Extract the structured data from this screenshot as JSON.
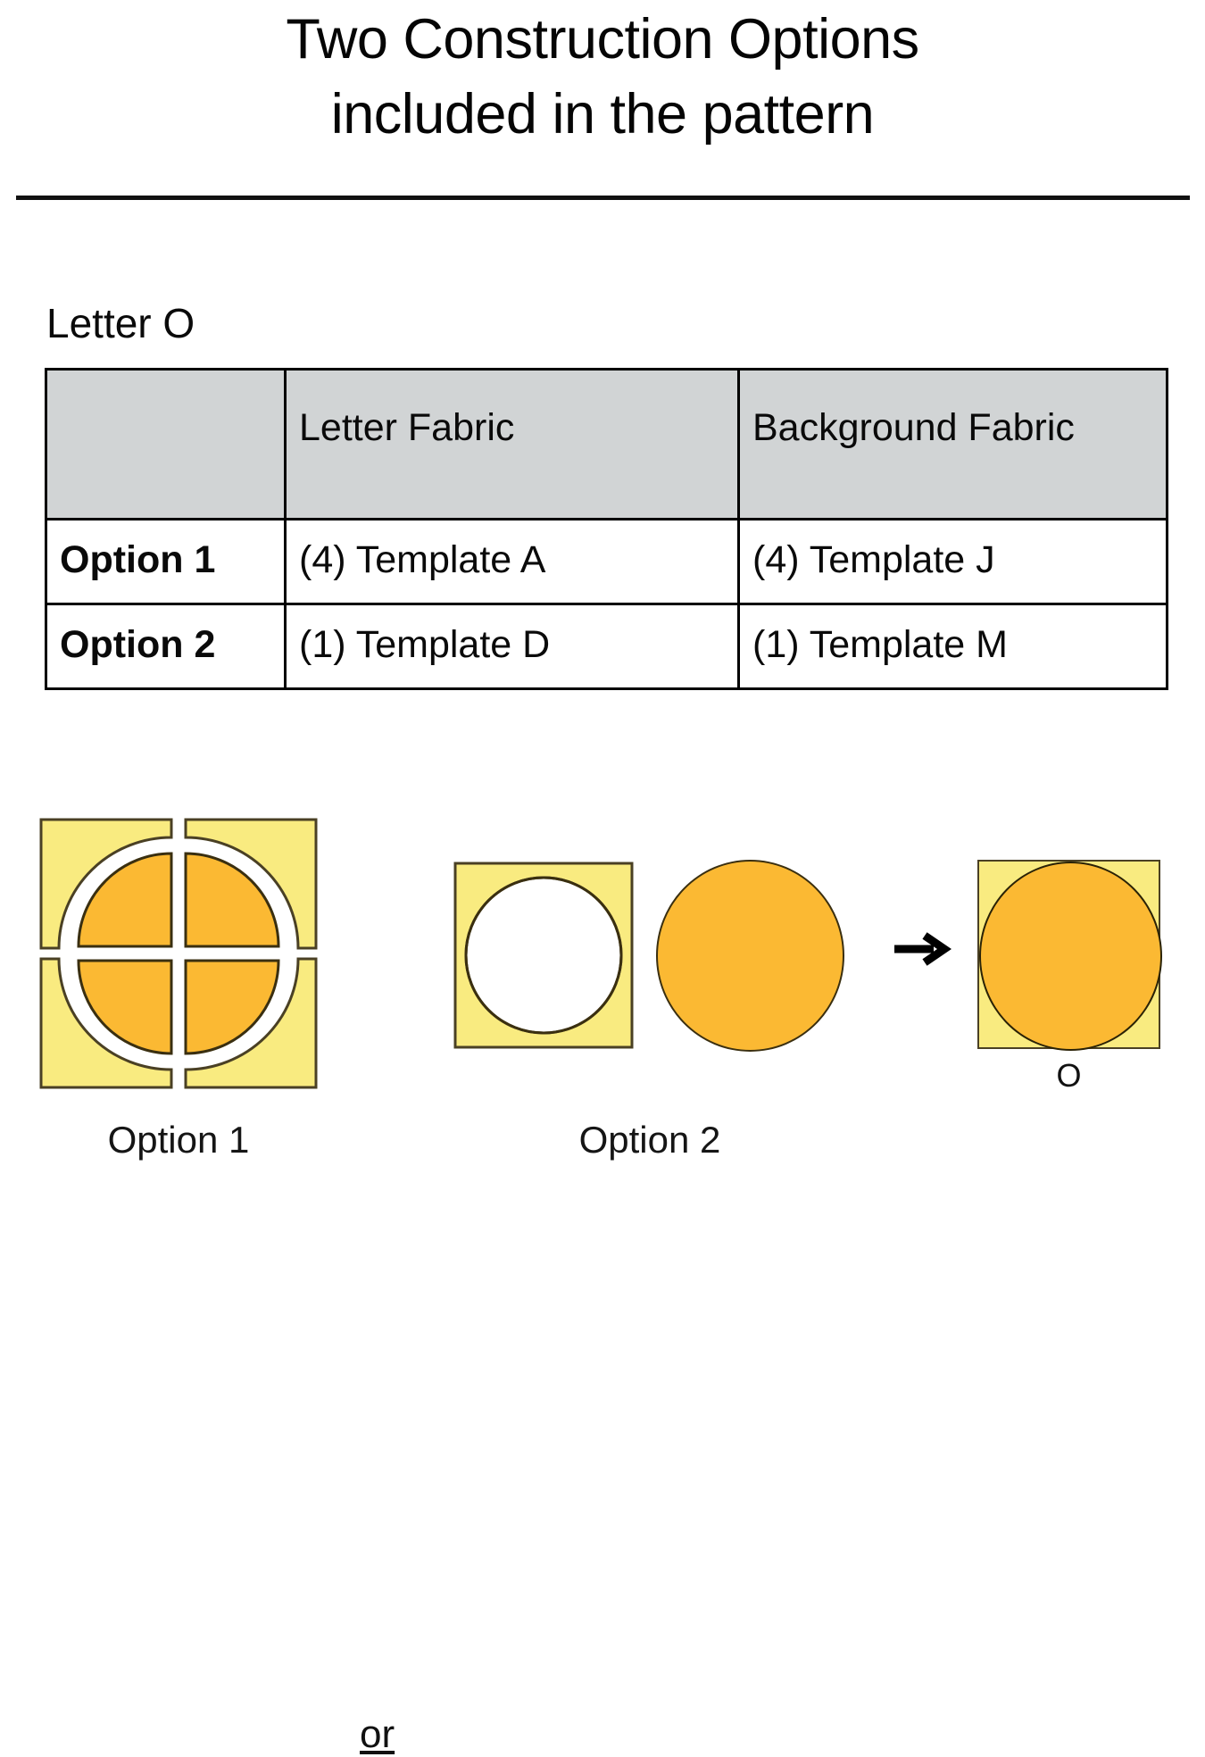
{
  "title": {
    "line1": "Two Construction Options",
    "line2": "included in the pattern"
  },
  "section": {
    "heading": "Letter O"
  },
  "table": {
    "columns": [
      "",
      "Letter Fabric",
      "Background Fabric"
    ],
    "header": {
      "corner": "",
      "letter_fabric": "Letter Fabric",
      "background_fabric": "Background Fabric"
    },
    "rows": [
      {
        "label": "Option 1",
        "letter_fabric": "(4) Template A",
        "background_fabric": "(4) Template J"
      },
      {
        "label": "Option 2",
        "letter_fabric": "(1) Template D",
        "background_fabric": "(1) Template M"
      }
    ]
  },
  "diagram": {
    "option1_caption": "Option 1",
    "option2_caption": "Option 2",
    "or_label": "or",
    "result_label": "O",
    "arrow_glyph": "right-arrow",
    "colors": {
      "letter_fabric": "#fbb933",
      "background_fabric": "#f9eb80",
      "outline": "#3a2f10",
      "table_header": "#d1d4d5",
      "rule": "#111111",
      "page": "#ffffff"
    },
    "option1": {
      "piece_count": 4,
      "piece_shape": "quarter-circle unit",
      "unit_parts": [
        "background L-shape (Template J)",
        "letter quarter circle (Template A)"
      ]
    },
    "option2": {
      "piece_count": 2,
      "parts": [
        "background square with circle opening (Template M)",
        "letter circle (Template D)"
      ]
    }
  }
}
